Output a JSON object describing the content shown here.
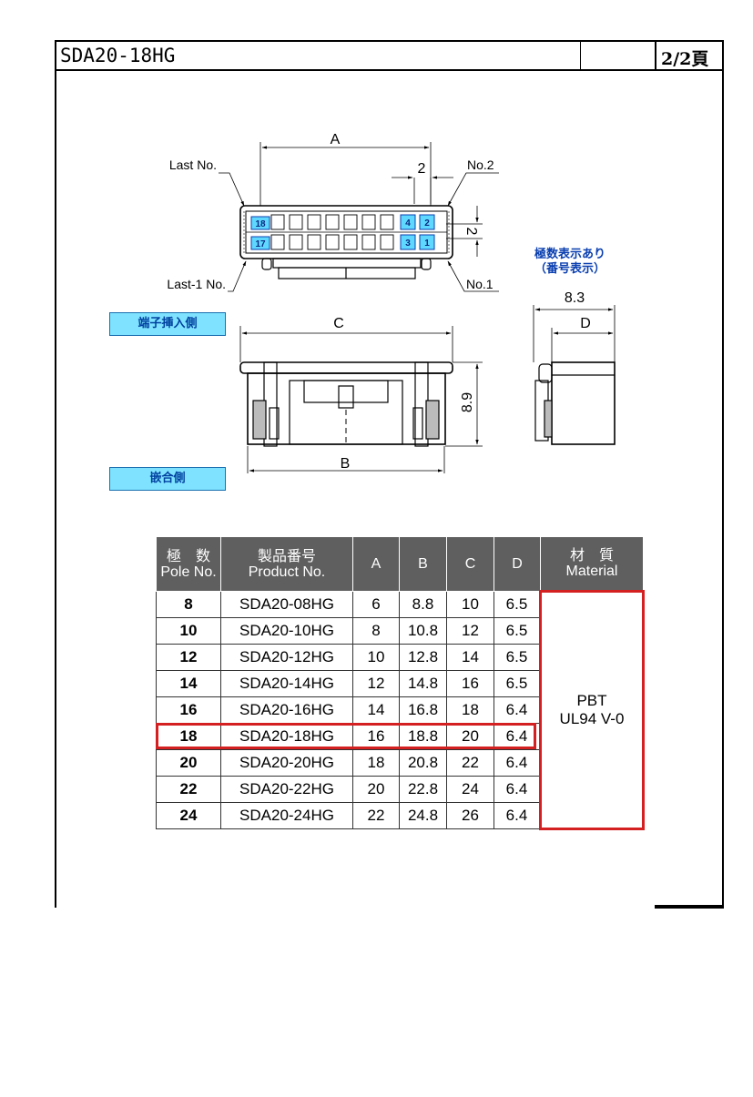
{
  "header": {
    "title": "SDA20-18HG",
    "page": "2/2頁"
  },
  "drawing": {
    "labels": {
      "a": "A",
      "two_top": "2",
      "two_side": "2",
      "last_no": "Last No.",
      "no2": "No.2",
      "last1_no": "Last-1 No.",
      "no1": "No.1",
      "c": "C",
      "b": "B",
      "h89": "8.9",
      "w83": "8.3",
      "d": "D"
    },
    "cavity_numbers": {
      "n18": "18",
      "n17": "17",
      "n4": "4",
      "n3": "3",
      "n2": "2",
      "n1": "1"
    },
    "pole_note_line1": "極数表示あり",
    "pole_note_line2": "（番号表示）",
    "tag_insertion_side": "端子挿入側",
    "tag_mating_side": "嵌合側"
  },
  "table": {
    "headers": {
      "pole_jp": "極　数",
      "pole_en": "Pole No.",
      "product_jp": "製品番号",
      "product_en": "Product No.",
      "a": "A",
      "b": "B",
      "c": "C",
      "d": "D",
      "material_jp": "材　質",
      "material_en": "Material"
    },
    "rows": [
      {
        "pole": "8",
        "product": "SDA20-08HG",
        "a": "6",
        "b": "8.8",
        "c": "10",
        "d": "6.5"
      },
      {
        "pole": "10",
        "product": "SDA20-10HG",
        "a": "8",
        "b": "10.8",
        "c": "12",
        "d": "6.5"
      },
      {
        "pole": "12",
        "product": "SDA20-12HG",
        "a": "10",
        "b": "12.8",
        "c": "14",
        "d": "6.5"
      },
      {
        "pole": "14",
        "product": "SDA20-14HG",
        "a": "12",
        "b": "14.8",
        "c": "16",
        "d": "6.5"
      },
      {
        "pole": "16",
        "product": "SDA20-16HG",
        "a": "14",
        "b": "16.8",
        "c": "18",
        "d": "6.4"
      },
      {
        "pole": "18",
        "product": "SDA20-18HG",
        "a": "16",
        "b": "18.8",
        "c": "20",
        "d": "6.4"
      },
      {
        "pole": "20",
        "product": "SDA20-20HG",
        "a": "18",
        "b": "20.8",
        "c": "22",
        "d": "6.4"
      },
      {
        "pole": "22",
        "product": "SDA20-22HG",
        "a": "20",
        "b": "22.8",
        "c": "24",
        "d": "6.4"
      },
      {
        "pole": "24",
        "product": "SDA20-24HG",
        "a": "22",
        "b": "24.8",
        "c": "26",
        "d": "6.4"
      }
    ],
    "material_line1": "PBT",
    "material_line2": "UL94 V-0",
    "highlight_color": "#d42020"
  }
}
